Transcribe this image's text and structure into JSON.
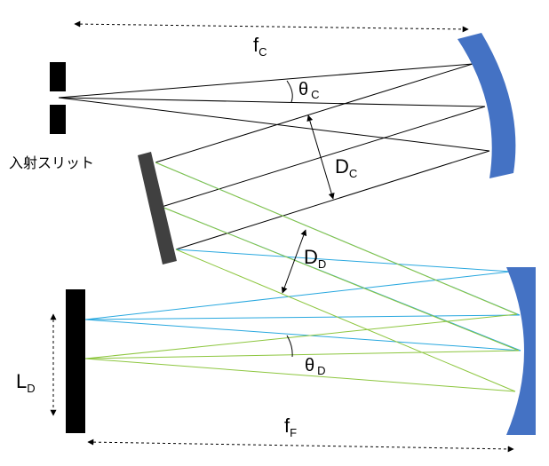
{
  "labels": {
    "fc_main": "f",
    "fc_sub": "C",
    "theta_c_main": "θ",
    "theta_c_sub": "C",
    "dc_main": "D",
    "dc_sub": "C",
    "dd_main": "D",
    "dd_sub": "D",
    "ld_main": "L",
    "ld_sub": "D",
    "theta_d_main": "θ",
    "theta_d_sub": "D",
    "ff_main": "f",
    "ff_sub": "F",
    "slit": "入射スリット"
  },
  "colors": {
    "mirror": "#4472c4",
    "grating": "#404040",
    "detector": "#000000",
    "ray_black": "#000000",
    "ray_blue": "#29a8df",
    "ray_green": "#8dc63f"
  }
}
